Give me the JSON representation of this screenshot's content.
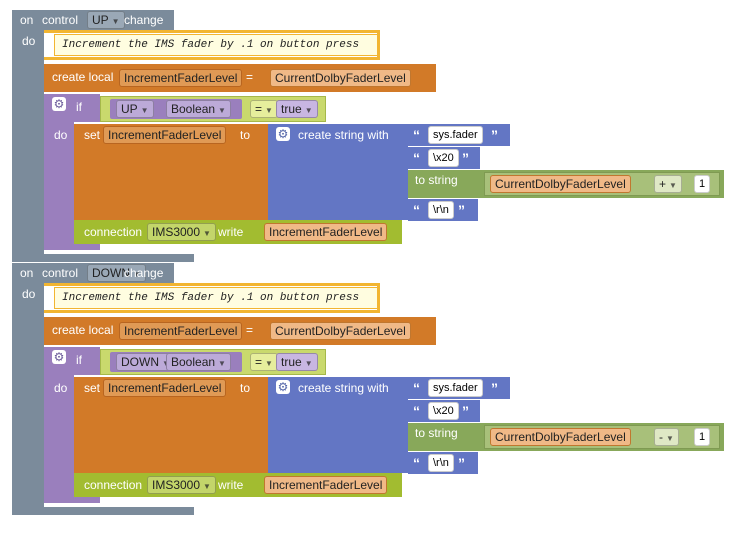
{
  "colors": {
    "event": "#7b8b9b",
    "local": "#d27a28",
    "logic": "#9a7fbd",
    "compare": "#b1c94d",
    "text": "#6376c4",
    "connection": "#a2bc30",
    "to_string": "#88a85a",
    "comment": "#fffde0"
  },
  "blocks": [
    {
      "event_on": "on",
      "event_control": "control",
      "control_name": "UP",
      "event_change": "change",
      "do_label": "do",
      "comment": "Increment the IMS fader by .1 on button press",
      "create_local_label": "create local",
      "local_var": "IncrementFaderLevel",
      "equals": "=",
      "local_value": "CurrentDolbyFaderLevel",
      "if_label": "if",
      "if_control": "UP",
      "if_type": "Boolean",
      "compare_op": "=",
      "compare_value": "true",
      "inner_do": "do",
      "set_label": "set",
      "set_var": "IncrementFaderLevel",
      "to_label": "to",
      "create_string": "create string with",
      "str1": "sys.fader",
      "str2": "\\x20",
      "to_string_label": "to string",
      "str_var": "CurrentDolbyFaderLevel",
      "math_op": "+",
      "math_num": "1",
      "str4": "\\r\\n",
      "connection_label": "connection",
      "connection_name": "IMS3000",
      "write_label": "write",
      "write_var": "IncrementFaderLevel"
    },
    {
      "event_on": "on",
      "event_control": "control",
      "control_name": "DOWN",
      "event_change": "change",
      "do_label": "do",
      "comment": "Increment the IMS fader by .1 on button press",
      "create_local_label": "create local",
      "local_var": "IncrementFaderLevel",
      "equals": "=",
      "local_value": "CurrentDolbyFaderLevel",
      "if_label": "if",
      "if_control": "DOWN",
      "if_type": "Boolean",
      "compare_op": "=",
      "compare_value": "true",
      "inner_do": "do",
      "set_label": "set",
      "set_var": "IncrementFaderLevel",
      "to_label": "to",
      "create_string": "create string with",
      "str1": "sys.fader",
      "str2": "\\x20",
      "to_string_label": "to string",
      "str_var": "CurrentDolbyFaderLevel",
      "math_op": "-",
      "math_num": "1",
      "str4": "\\r\\n",
      "connection_label": "connection",
      "connection_name": "IMS3000",
      "write_label": "write",
      "write_var": "IncrementFaderLevel"
    }
  ]
}
